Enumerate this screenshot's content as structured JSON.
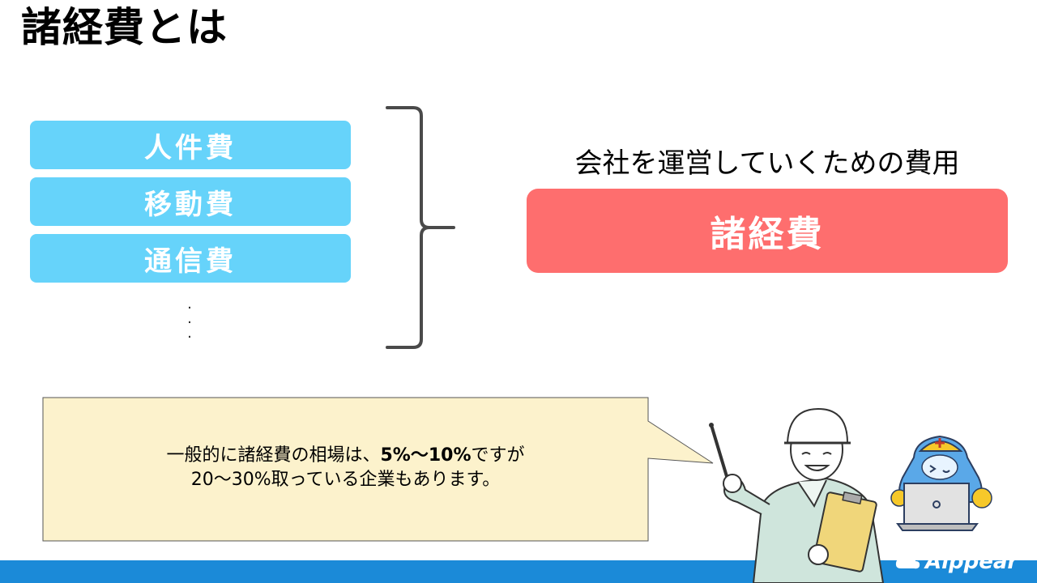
{
  "title": "諸経費とは",
  "items": [
    {
      "label": "人件費"
    },
    {
      "label": "移動費"
    },
    {
      "label": "通信費"
    }
  ],
  "ellipsis": [
    "·",
    "·",
    "·"
  ],
  "description": "会社を運営していくための費用",
  "result_label": "諸経費",
  "callout": {
    "line1_prefix": "一般的に諸経費の相場は、",
    "line1_highlight": "5%〜10%",
    "line1_suffix": "ですが",
    "line2": "20〜30%取っている企業もあります。"
  },
  "logo": {
    "text": "Aippear"
  },
  "colors": {
    "item_bg": "#66d3fa",
    "result_bg": "#fe6e6e",
    "callout_bg": "#fcf2cc",
    "footer_bar": "#1b8ad8"
  }
}
